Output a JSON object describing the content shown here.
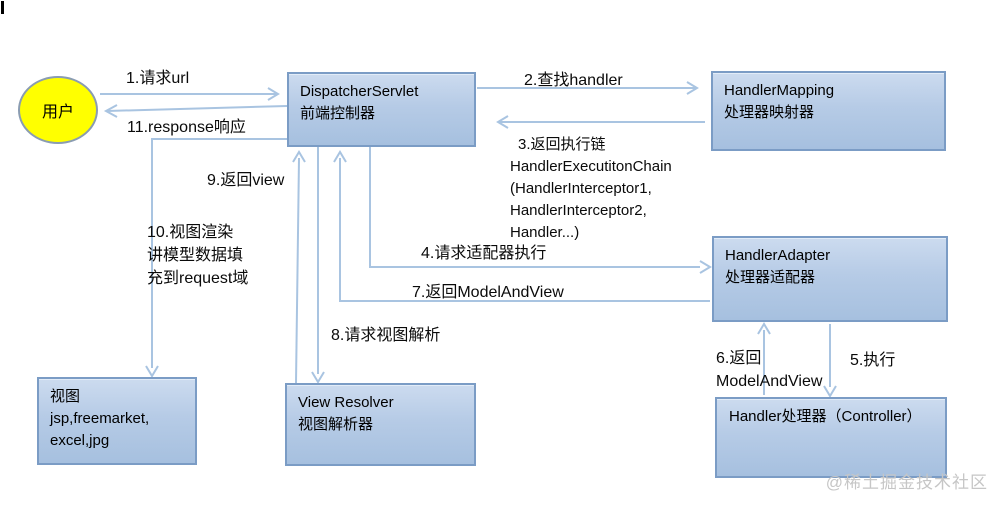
{
  "nodes": {
    "user": {
      "label": "用户"
    },
    "dispatcher": {
      "lines": [
        "DispatcherServlet",
        "前端控制器"
      ]
    },
    "handler_mapping": {
      "lines": [
        "HandlerMapping",
        "处理器映射器"
      ]
    },
    "handler_adapter": {
      "lines": [
        "HandlerAdapter",
        "处理器适配器"
      ]
    },
    "handler_controller": {
      "lines": [
        "Handler处理器（Controller）"
      ]
    },
    "view_resolver": {
      "lines": [
        "View Resolver",
        "视图解析器"
      ]
    },
    "view": {
      "lines": [
        "视图",
        "jsp,freemarket,",
        "excel,jpg"
      ]
    }
  },
  "edge_labels": {
    "e1": "1.请求url",
    "e2": "2.查找handler",
    "e3": [
      "3.返回执行链",
      "HandlerExecutitonChain",
      "(HandlerInterceptor1,",
      "HandlerInterceptor2,",
      "Handler...)"
    ],
    "e4": "4.请求适配器执行",
    "e5": "5.执行",
    "e6": [
      "6.返回",
      "ModelAndView"
    ],
    "e7": "7.返回ModelAndView",
    "e8": "8.请求视图解析",
    "e9": "9.返回view",
    "e10": [
      "10.视图渲染",
      "讲模型数据填",
      "充到request域"
    ],
    "e11": "11.response响应"
  },
  "watermark": "@稀土掘金技术社区",
  "colors": {
    "box_fill_top": "#ccdbef",
    "box_fill_bottom": "#a6c0df",
    "box_border": "#7b9cc5",
    "arrow_line": "#a9c4e1",
    "user_fill": "#ffff00",
    "user_border": "#8a9cb2",
    "text": "#0a0a0a",
    "watermark": "#c6c6c6"
  }
}
